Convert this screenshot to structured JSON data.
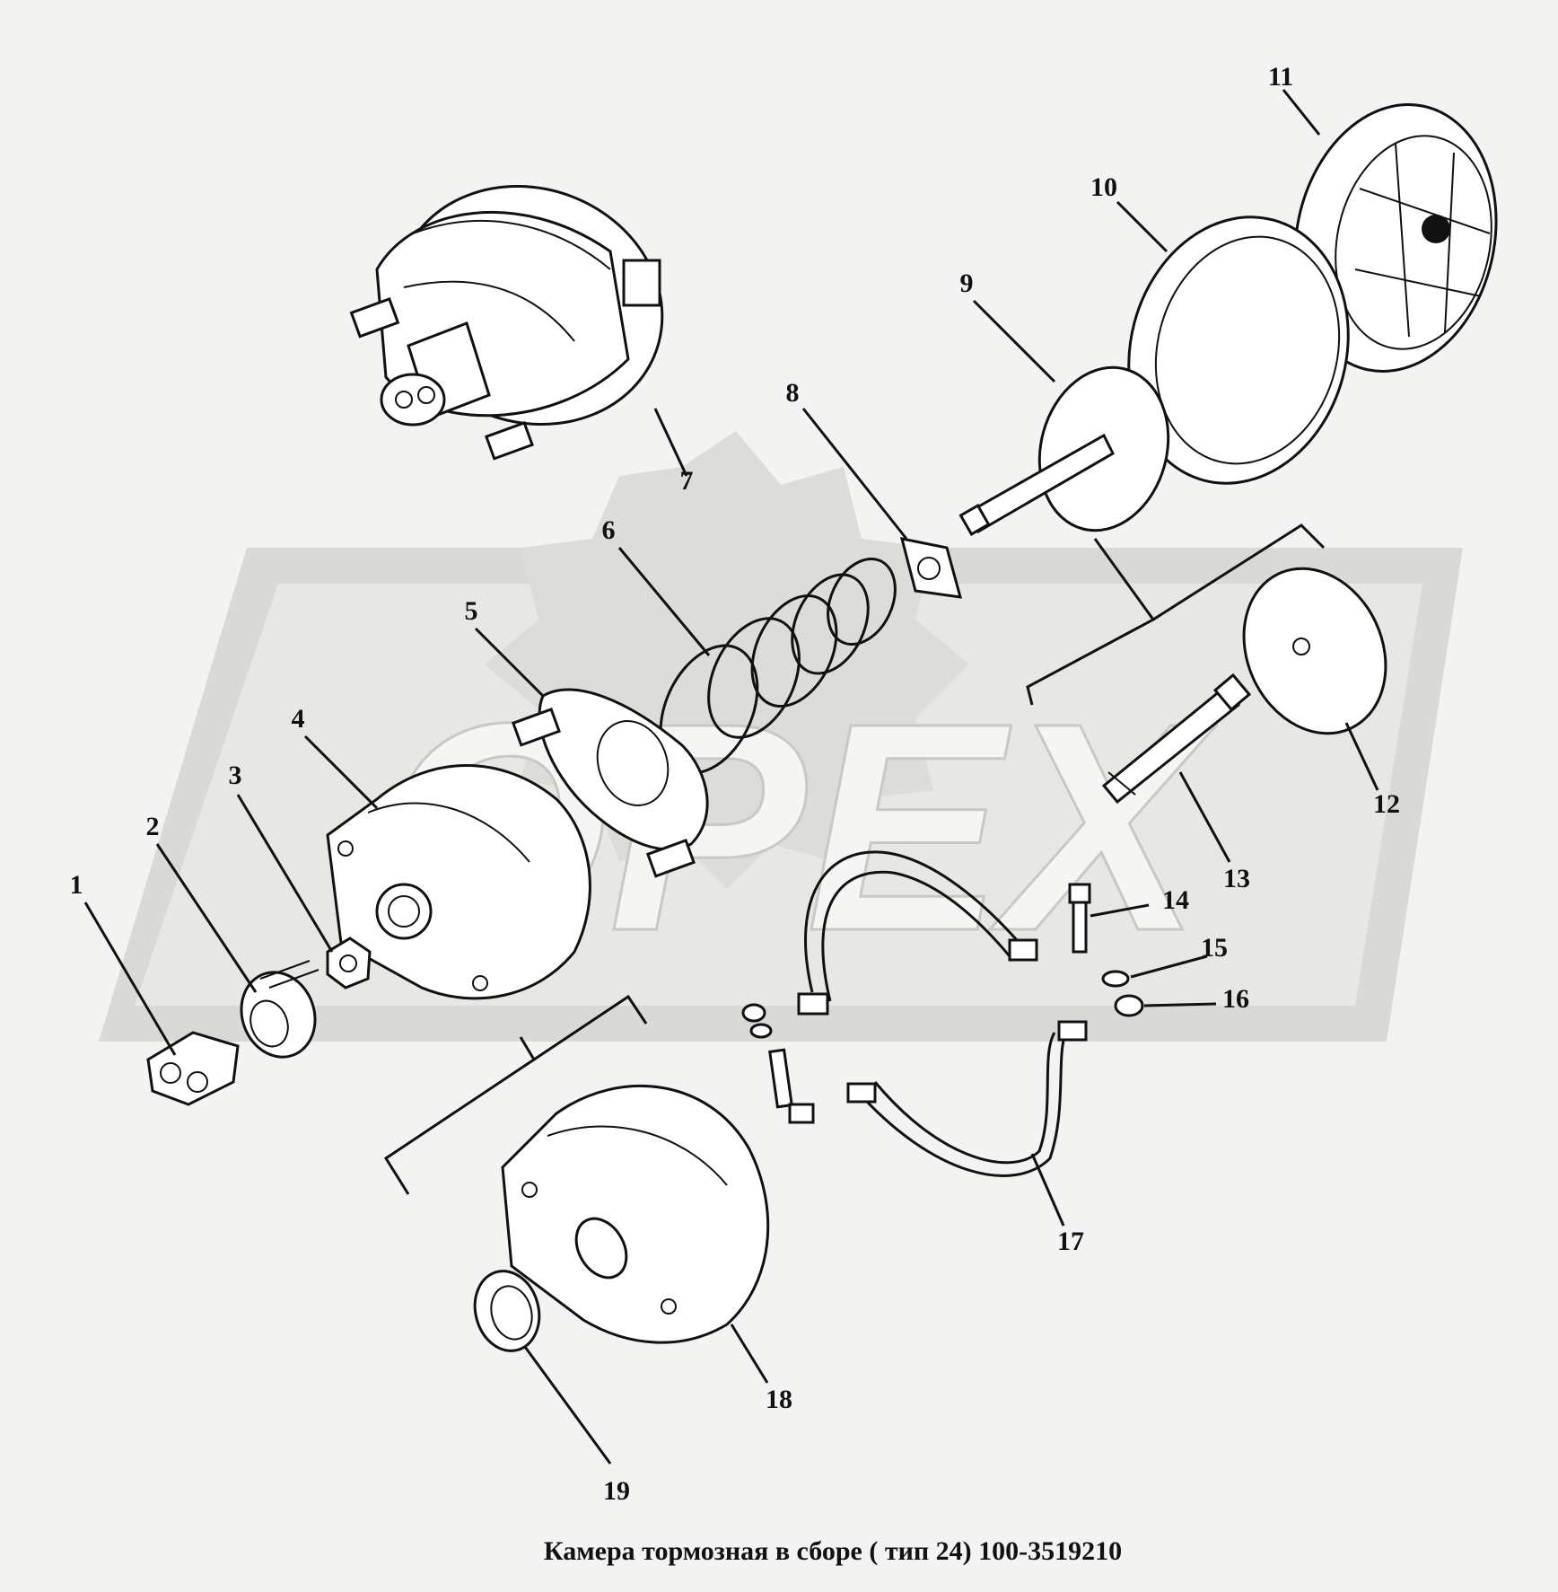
{
  "caption": "Камера тормозная в сборе ( тип 24) 100-3519210",
  "watermark": "OPEX",
  "parts": [
    {
      "id": "1",
      "label": "1"
    },
    {
      "id": "2",
      "label": "2"
    },
    {
      "id": "3",
      "label": "3"
    },
    {
      "id": "4",
      "label": "4"
    },
    {
      "id": "5",
      "label": "5"
    },
    {
      "id": "6",
      "label": "6"
    },
    {
      "id": "7",
      "label": "7"
    },
    {
      "id": "8",
      "label": "8"
    },
    {
      "id": "9",
      "label": "9"
    },
    {
      "id": "10",
      "label": "10"
    },
    {
      "id": "11",
      "label": "11"
    },
    {
      "id": "12",
      "label": "12"
    },
    {
      "id": "13",
      "label": "13"
    },
    {
      "id": "14",
      "label": "14"
    },
    {
      "id": "15",
      "label": "15"
    },
    {
      "id": "16",
      "label": "16"
    },
    {
      "id": "17",
      "label": "17"
    },
    {
      "id": "18",
      "label": "18"
    },
    {
      "id": "19",
      "label": "19"
    }
  ]
}
